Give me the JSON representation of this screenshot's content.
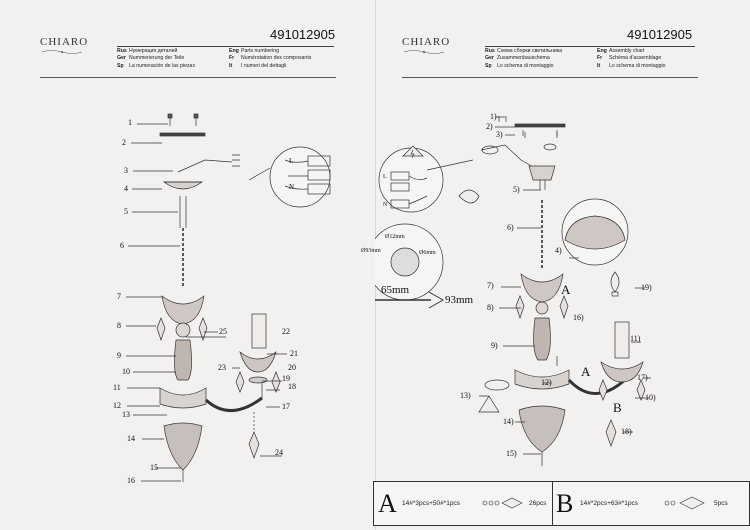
{
  "brand": "CHIARO",
  "product_code": "491012905",
  "left_legend": {
    "col1": [
      {
        "lang": "Rus",
        "text": "Нумерация деталей"
      },
      {
        "lang": "Ger",
        "text": "Nummerierung der Teile"
      },
      {
        "lang": "Sp",
        "text": "La numeración de las piezas"
      }
    ],
    "col2": [
      {
        "lang": "Eng",
        "text": "Parts numbering"
      },
      {
        "lang": "Fr",
        "text": "Numérotation des composants"
      },
      {
        "lang": "It",
        "text": "I numeri del dettagli"
      }
    ]
  },
  "right_legend": {
    "col1": [
      {
        "lang": "Rus",
        "text": "Схема сборки светильника"
      },
      {
        "lang": "Ger",
        "text": "Zusammenbauschema"
      },
      {
        "lang": "Sp",
        "text": "Lo schema di montaggio"
      }
    ],
    "col2": [
      {
        "lang": "Eng",
        "text": "Assembly chart"
      },
      {
        "lang": "Fr",
        "text": "Schéma d'assemblage"
      },
      {
        "lang": "It",
        "text": "Lo schema di montaggio"
      }
    ]
  },
  "left_labels": [
    "1",
    "2",
    "3",
    "4",
    "5",
    "6",
    "7",
    "8",
    "9",
    "10",
    "11",
    "12",
    "13",
    "14",
    "15",
    "16",
    "17",
    "18",
    "19",
    "20",
    "21",
    "22",
    "23",
    "24",
    "25"
  ],
  "right_labels": [
    "1)",
    "2)",
    "3)",
    "4)",
    "5)",
    "6)",
    "7)",
    "8)",
    "9)",
    "10)",
    "11)",
    "12)",
    "13)",
    "14)",
    "15)",
    "16)",
    "17)",
    "18)",
    "19)",
    "A",
    "A",
    "B"
  ],
  "wiring": {
    "l": "L",
    "n": "N"
  },
  "dimensions": {
    "hole": "Ø12mm",
    "pcd": "Ø93mm",
    "screw": "Ø6mm",
    "spacing": "65mm",
    "width": "93mm"
  },
  "parts_table": {
    "a_letter": "A",
    "a_spec": "14#*3pcs+50#*1pcs",
    "a_qty": "26pcs",
    "b_letter": "B",
    "b_spec": "14#*2pcs+63#*1pcs",
    "b_qty": "5pcs"
  }
}
